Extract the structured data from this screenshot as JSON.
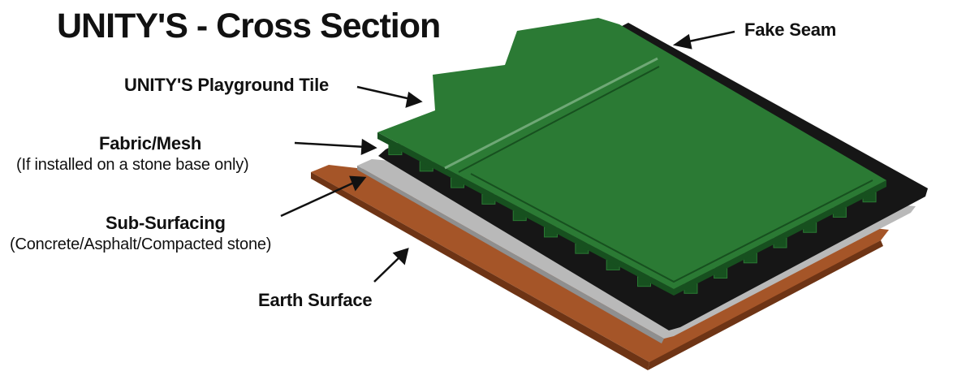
{
  "title": "UNITY'S - Cross Section",
  "labels": {
    "fake_seam": "Fake Seam",
    "playground_tile": "UNITY'S Playground Tile",
    "fabric_mesh": "Fabric/Mesh",
    "fabric_mesh_note": "(If installed on a stone base only)",
    "sub_surfacing": "Sub-Surfacing",
    "sub_surfacing_note": "(Concrete/Asphalt/Compacted stone)",
    "earth_surface": "Earth Surface"
  },
  "colors": {
    "earth": "#a55528",
    "earth_dark": "#6e3415",
    "concrete": "#b9b9b9",
    "fabric": "#161616",
    "tile": "#2b7a34",
    "tile_dark": "#17501f",
    "tile_seam": "#6fa876",
    "text": "#111111"
  }
}
